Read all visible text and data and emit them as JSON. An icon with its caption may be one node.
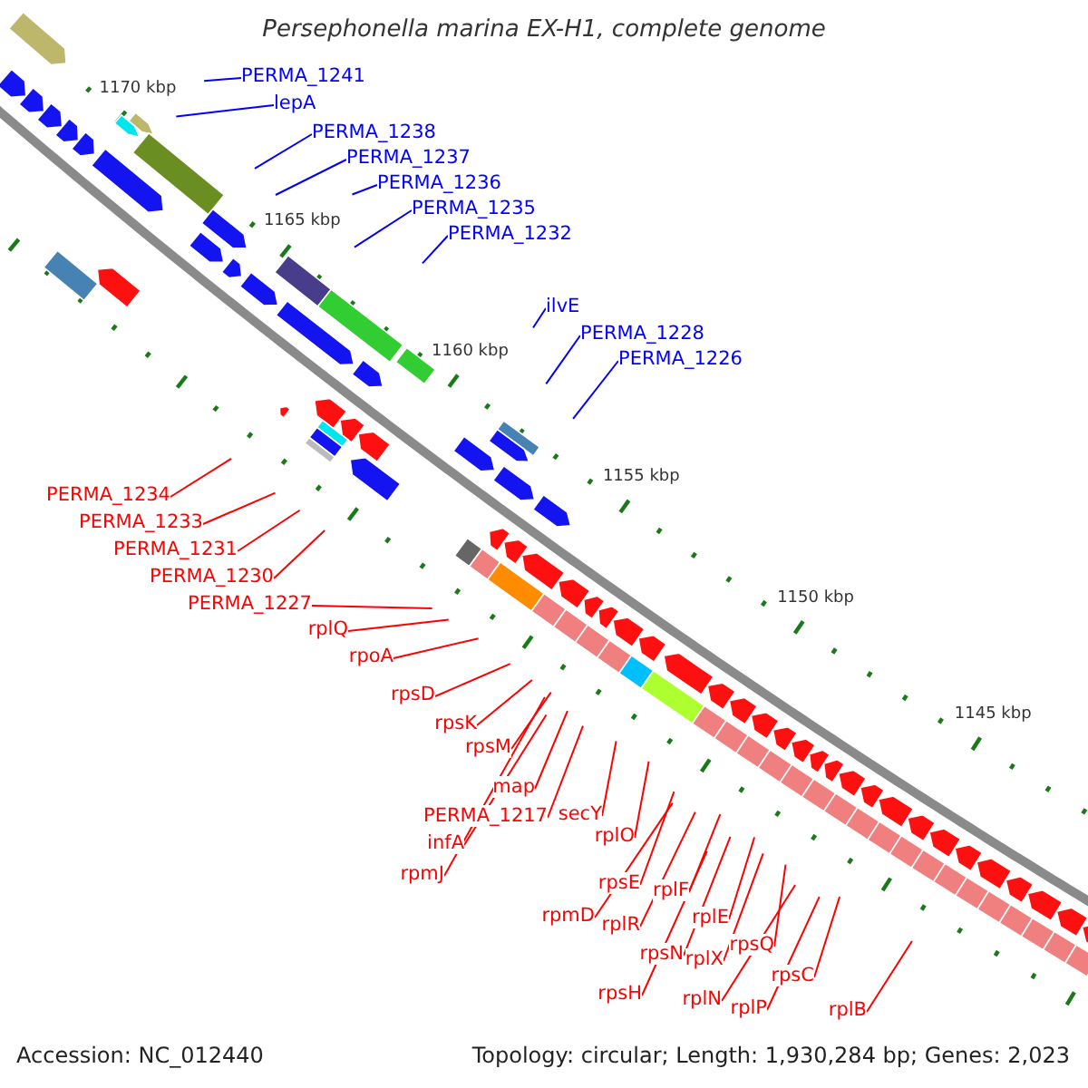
{
  "diagram": {
    "title": "Persephonella marina EX-H1, complete genome",
    "nodes": [
      {
        "text": [
          "PERMA_1241"
        ]
      },
      {
        "text": [
          "lepA"
        ]
      },
      {
        "text": [
          "PERMA_1238"
        ]
      },
      {
        "text": [
          "PERMA_1237"
        ]
      },
      {
        "text": [
          "PERMA_1236"
        ]
      },
      {
        "text": [
          "PERMA_1235"
        ]
      },
      {
        "text": [
          "PERMA_1232"
        ]
      },
      {
        "text": [
          "ilvE"
        ]
      },
      {
        "text": [
          "PERMA_1228"
        ]
      },
      {
        "text": [
          "PERMA_1226"
        ]
      },
      {
        "text": [
          "PERMA_1234"
        ]
      },
      {
        "text": [
          "PERMA_1233"
        ]
      },
      {
        "text": [
          "PERMA_1231"
        ]
      },
      {
        "text": [
          "PERMA_1230"
        ]
      },
      {
        "text": [
          "PERMA_1227"
        ]
      },
      {
        "text": [
          "rplQ"
        ]
      },
      {
        "text": [
          "rpoA"
        ]
      },
      {
        "text": [
          "rpsD"
        ]
      },
      {
        "text": [
          "rpsK"
        ]
      },
      {
        "text": [
          "rpsM"
        ]
      },
      {
        "text": [
          "map"
        ]
      },
      {
        "text": [
          "PERMA_1217"
        ]
      },
      {
        "text": [
          "infA"
        ]
      },
      {
        "text": [
          "rpmJ"
        ]
      },
      {
        "text": [
          "secY"
        ]
      },
      {
        "text": [
          "rplO"
        ]
      },
      {
        "text": [
          "rpsE"
        ]
      },
      {
        "text": [
          "rpmD"
        ]
      },
      {
        "text": [
          "rplR"
        ]
      },
      {
        "text": [
          "rplF"
        ]
      },
      {
        "text": [
          "rplE"
        ]
      },
      {
        "text": [
          "rpsN"
        ]
      },
      {
        "text": [
          "rplX"
        ]
      },
      {
        "text": [
          "rpsQ"
        ]
      },
      {
        "text": [
          "rpsH"
        ]
      },
      {
        "text": [
          "rplN"
        ]
      },
      {
        "text": [
          "rplP"
        ]
      },
      {
        "text": [
          "rpsC"
        ]
      },
      {
        "text": [
          "rplB"
        ]
      }
    ],
    "edges": [
      {
        "from": 0,
        "to": null,
        "arrow": "none",
        "color": "#0000ff"
      },
      {
        "from": 1,
        "to": null,
        "arrow": "none",
        "color": "#0000ff"
      },
      {
        "from": 2,
        "to": null,
        "arrow": "none",
        "color": "#0000ff"
      },
      {
        "from": 3,
        "to": null,
        "arrow": "none",
        "color": "#0000ff"
      },
      {
        "from": 4,
        "to": null,
        "arrow": "none",
        "color": "#0000ff"
      },
      {
        "from": 5,
        "to": null,
        "arrow": "none",
        "color": "#0000ff"
      },
      {
        "from": 6,
        "to": null,
        "arrow": "none",
        "color": "#0000ff"
      },
      {
        "from": 7,
        "to": null,
        "arrow": "none",
        "color": "#0000ff"
      },
      {
        "from": 8,
        "to": null,
        "arrow": "none",
        "color": "#0000ff"
      },
      {
        "from": 9,
        "to": null,
        "arrow": "none",
        "color": "#0000ff"
      },
      {
        "from": 10,
        "to": null,
        "arrow": "none"
      },
      {
        "from": 11,
        "to": null,
        "arrow": "none"
      },
      {
        "from": 12,
        "to": null,
        "arrow": "none"
      },
      {
        "from": 13,
        "to": null,
        "arrow": "none"
      },
      {
        "from": 14,
        "to": null,
        "arrow": "none"
      },
      {
        "from": 15,
        "to": null,
        "arrow": "none"
      },
      {
        "from": 16,
        "to": null,
        "arrow": "none"
      },
      {
        "from": 17,
        "to": null,
        "arrow": "none"
      },
      {
        "from": 18,
        "to": null,
        "arrow": "none"
      },
      {
        "from": 19,
        "to": null,
        "arrow": "none"
      },
      {
        "from": 20,
        "to": null,
        "arrow": "none"
      },
      {
        "from": 21,
        "to": null,
        "arrow": "none"
      },
      {
        "from": 22,
        "to": null,
        "arrow": "none"
      },
      {
        "from": 23,
        "to": null,
        "arrow": "none"
      },
      {
        "from": 24,
        "to": null,
        "arrow": "none"
      },
      {
        "from": 25,
        "to": null,
        "arrow": "none"
      },
      {
        "from": 26,
        "to": null,
        "arrow": "none"
      },
      {
        "from": 27,
        "to": null,
        "arrow": "none"
      },
      {
        "from": 28,
        "to": null,
        "arrow": "none"
      },
      {
        "from": 29,
        "to": null,
        "arrow": "none"
      },
      {
        "from": 30,
        "to": null,
        "arrow": "none"
      },
      {
        "from": 31,
        "to": null,
        "arrow": "none"
      },
      {
        "from": 32,
        "to": null,
        "arrow": "none"
      },
      {
        "from": 33,
        "to": null,
        "arrow": "none"
      },
      {
        "from": 34,
        "to": null,
        "arrow": "none"
      },
      {
        "from": 35,
        "to": null,
        "arrow": "none"
      },
      {
        "from": 36,
        "to": null,
        "arrow": "none"
      },
      {
        "from": 37,
        "to": null,
        "arrow": "none"
      },
      {
        "from": 38,
        "to": null,
        "arrow": "none"
      }
    ],
    "labels": [
      "1170 kbp",
      "1165 kbp",
      "1160 kbp",
      "1155 kbp",
      "1150 kbp",
      "1145 kbp",
      "Accession: NC_012440",
      "Topology: circular; Length: 1,930,284 bp; Genes: 2,023"
    ]
  }
}
